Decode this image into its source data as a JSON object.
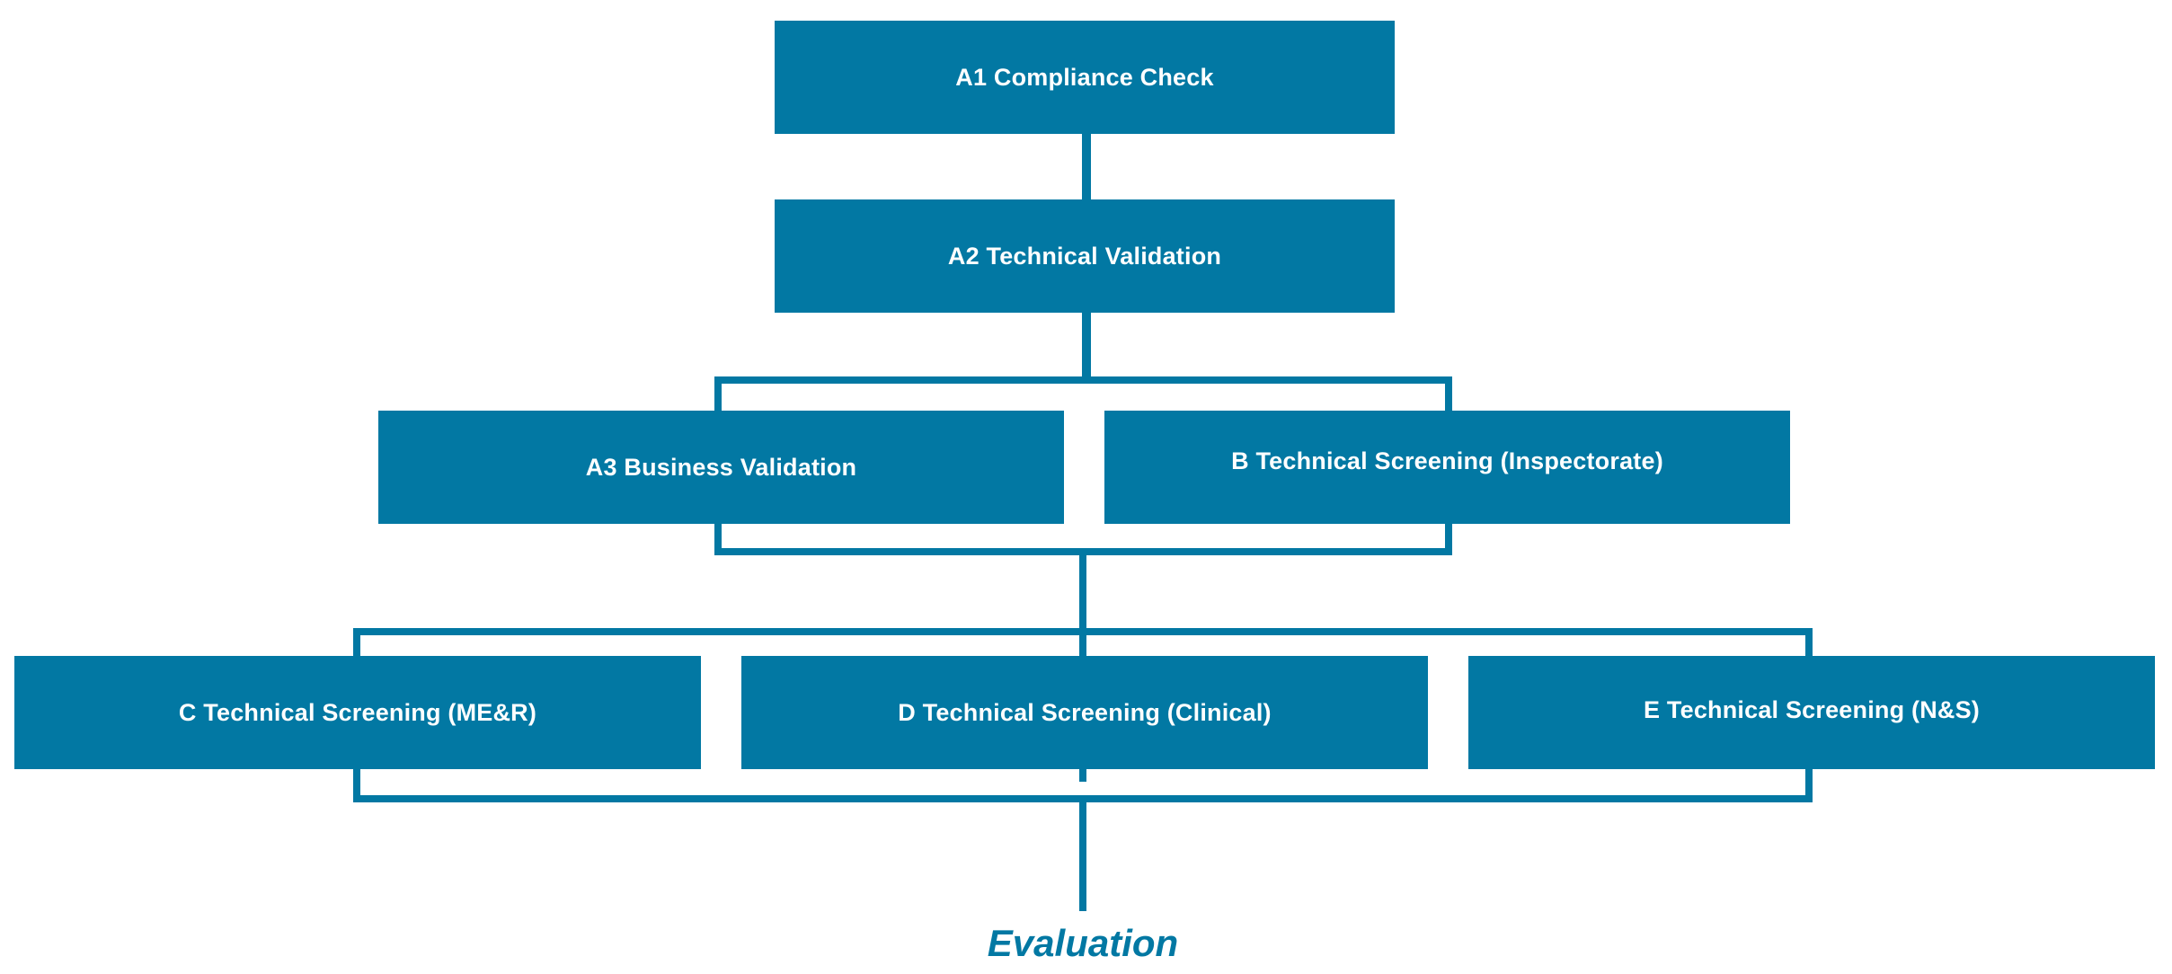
{
  "diagram": {
    "stages": {
      "a1": "A1 Compliance Check",
      "a2": "A2 Technical Validation",
      "a3": "A3 Business Validation",
      "b": "B Technical Screening (Inspectorate)",
      "c": "C Technical Screening (ME&R)",
      "d": "D Technical Screening (Clinical)",
      "e": "E Technical Screening (N&S)"
    },
    "final": "Evaluation"
  },
  "colors": {
    "box": "#0278a3",
    "text": "#ffffff",
    "accent": "#0278a3"
  }
}
